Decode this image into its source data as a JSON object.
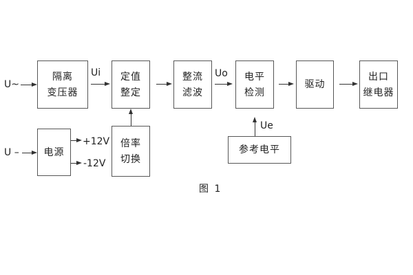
{
  "diagram": {
    "caption": "图 1",
    "colors": {
      "background": "#ffffff",
      "line": "#555555",
      "text": "#222222"
    },
    "inputs": {
      "ac_label": "U~",
      "dc_label": "U –"
    },
    "boxes": {
      "isolation_transformer": {
        "line1": "隔离",
        "line2": "变压器"
      },
      "setpoint_setting": {
        "line1": "定值",
        "line2": "整定"
      },
      "rectifier_filter": {
        "line1": "整流",
        "line2": "滤波"
      },
      "level_detection": {
        "line1": "电平",
        "line2": "检测"
      },
      "driver": {
        "line1": "驱动"
      },
      "output_relay": {
        "line1": "出口",
        "line2": "继电器"
      },
      "power_supply": {
        "line1": "电源"
      },
      "ratio_switching": {
        "line1": "倍率",
        "line2": "切换"
      },
      "reference_level": {
        "line1": "参考电平"
      }
    },
    "signals": {
      "ui": "Ui",
      "uo": "Uo",
      "ue": "Ue",
      "plus12": "+12V",
      "minus12": "-12V"
    }
  }
}
